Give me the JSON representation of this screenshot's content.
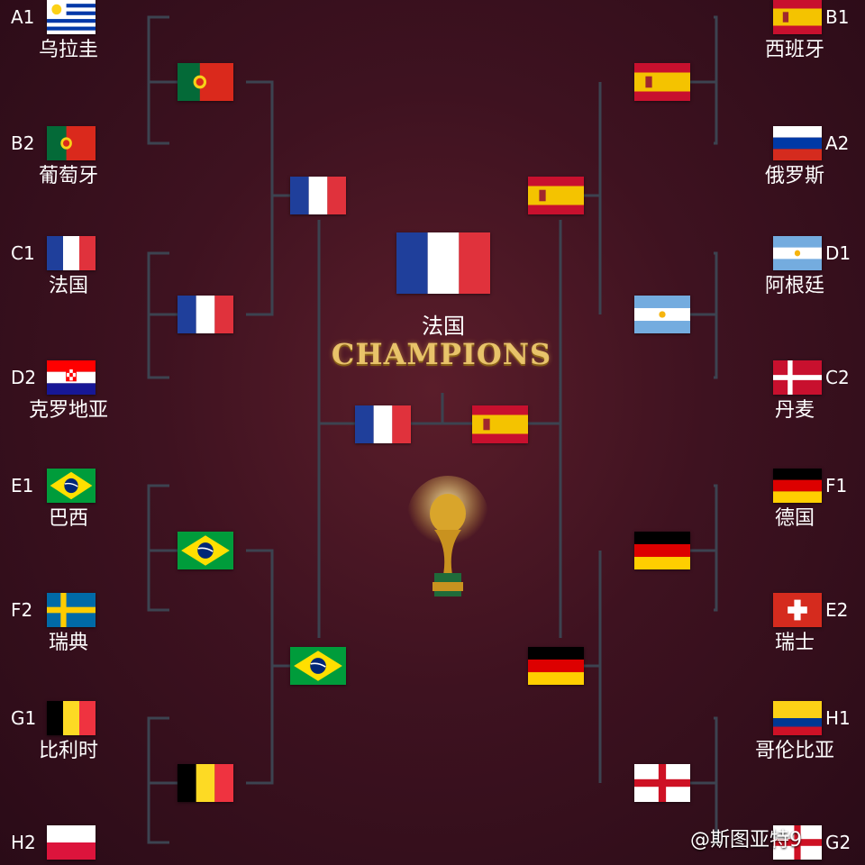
{
  "left": {
    "r16": [
      {
        "seed": "A1",
        "name": "乌拉圭",
        "team": "uruguay"
      },
      {
        "seed": "B2",
        "name": "葡萄牙",
        "team": "portugal"
      },
      {
        "seed": "C1",
        "name": "法国",
        "team": "france"
      },
      {
        "seed": "D2",
        "name": "克罗地亚",
        "team": "croatia"
      },
      {
        "seed": "E1",
        "name": "巴西",
        "team": "brazil"
      },
      {
        "seed": "F2",
        "name": "瑞典",
        "team": "sweden"
      },
      {
        "seed": "G1",
        "name": "比利时",
        "team": "belgium"
      },
      {
        "seed": "H2",
        "name": "",
        "team": "poland"
      }
    ],
    "qf": [
      "portugal",
      "france",
      "brazil",
      "belgium"
    ],
    "sf": [
      "france",
      "brazil"
    ],
    "final": "france"
  },
  "right": {
    "r16": [
      {
        "seed": "B1",
        "name": "西班牙",
        "team": "spain"
      },
      {
        "seed": "A2",
        "name": "俄罗斯",
        "team": "russia"
      },
      {
        "seed": "D1",
        "name": "阿根廷",
        "team": "argentina"
      },
      {
        "seed": "C2",
        "name": "丹麦",
        "team": "denmark"
      },
      {
        "seed": "F1",
        "name": "德国",
        "team": "germany"
      },
      {
        "seed": "E2",
        "name": "瑞士",
        "team": "switzerland"
      },
      {
        "seed": "H1",
        "name": "哥伦比亚",
        "team": "colombia"
      },
      {
        "seed": "G2",
        "name": "",
        "team": "england"
      }
    ],
    "qf": [
      "spain",
      "argentina",
      "germany",
      "england"
    ],
    "sf": [
      "spain",
      "germany"
    ],
    "final": "spain"
  },
  "champion": {
    "name": "法国",
    "title": "CHAMPIONS",
    "team": "france"
  },
  "watermark": "@斯图亚特9"
}
